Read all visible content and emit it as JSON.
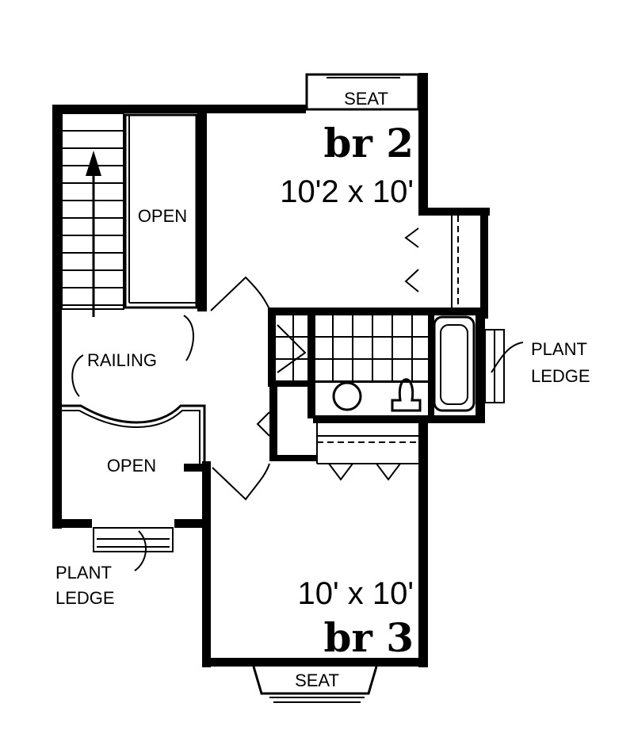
{
  "rooms": {
    "br2": {
      "name": "br 2",
      "size": "10'2 x 10'"
    },
    "br3": {
      "name": "br 3",
      "size": "10' x 10'"
    }
  },
  "labels": {
    "seat_top": "SEAT",
    "seat_bottom": "SEAT",
    "open_upper": "OPEN",
    "open_lower": "OPEN",
    "railing": "RAILING",
    "plant_ledge_right_1": "PLANT",
    "plant_ledge_right_2": "LEDGE",
    "plant_ledge_left_1": "PLANT",
    "plant_ledge_left_2": "LEDGE"
  }
}
